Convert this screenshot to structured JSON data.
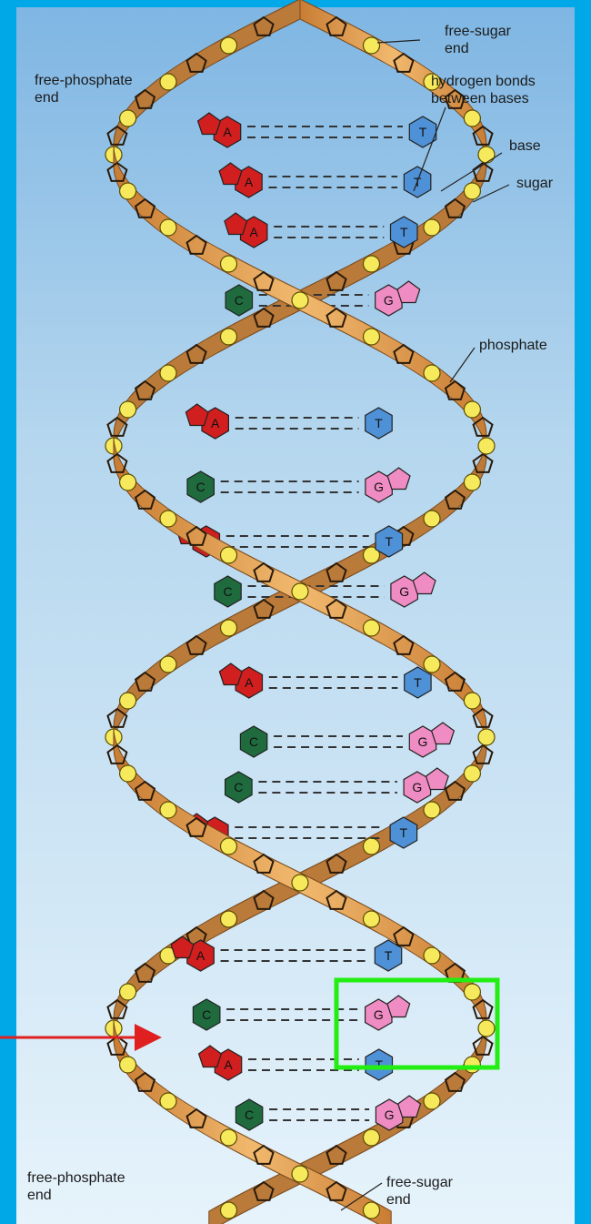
{
  "labels": {
    "free_sugar_end_top": "free-sugar\nend",
    "free_phosphate_end_top": "free-phosphate\nend",
    "hydrogen_bonds": "hydrogen bonds\nbetween bases",
    "base": "base",
    "sugar": "sugar",
    "phosphate": "phosphate",
    "free_phosphate_end_bottom": "free-phosphate\nend",
    "free_sugar_end_bottom": "free-sugar\nend"
  },
  "base_pairs": [
    {
      "left": "A",
      "right": "T"
    },
    {
      "left": "A",
      "right": "T"
    },
    {
      "left": "A",
      "right": "T"
    },
    {
      "left": "C",
      "right": "G"
    },
    {
      "left": "A",
      "right": "T"
    },
    {
      "left": "C",
      "right": "G"
    },
    {
      "left": "A",
      "right": "T"
    },
    {
      "left": "C",
      "right": "G"
    },
    {
      "left": "A",
      "right": "T"
    },
    {
      "left": "C",
      "right": "G"
    },
    {
      "left": "C",
      "right": "G"
    },
    {
      "left": "A",
      "right": "T"
    },
    {
      "left": "A",
      "right": "T"
    },
    {
      "left": "C",
      "right": "G"
    },
    {
      "left": "A",
      "right": "T"
    },
    {
      "left": "C",
      "right": "G"
    }
  ],
  "colors": {
    "frame": "#00a8e8",
    "background": "#dff0f8",
    "backbone": "#e8a55a",
    "phosphate": "#f6ea5c",
    "A": "#d11e1e",
    "T": "#4f91d6",
    "C": "#1f6b3e",
    "G": "#f08cc4",
    "highlight_box": "#22ee11",
    "arrow": "#e02020"
  }
}
